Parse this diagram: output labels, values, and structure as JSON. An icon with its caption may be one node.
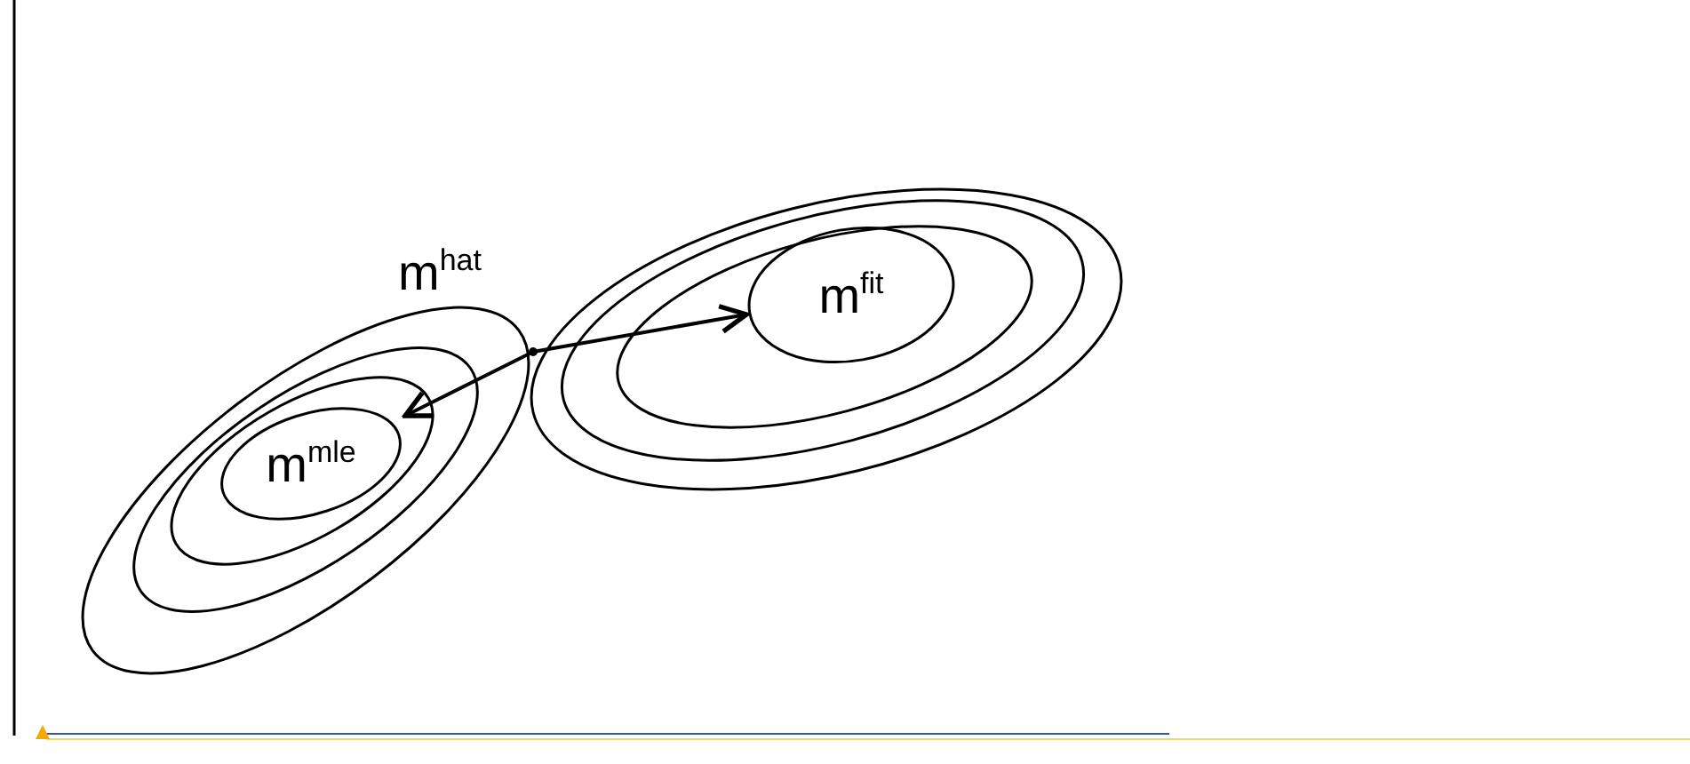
{
  "diagram": {
    "nodes": [
      {
        "text": [
          "m$^{mle}$"
        ]
      },
      {
        "text": [
          "m$^{fit}$"
        ]
      },
      {
        "text": [
          "m$^{hat}$"
        ]
      }
    ],
    "edges": [
      {
        "from": 2,
        "to": 0,
        "arrow": "to"
      },
      {
        "from": 2,
        "to": 1,
        "arrow": "to"
      }
    ]
  }
}
